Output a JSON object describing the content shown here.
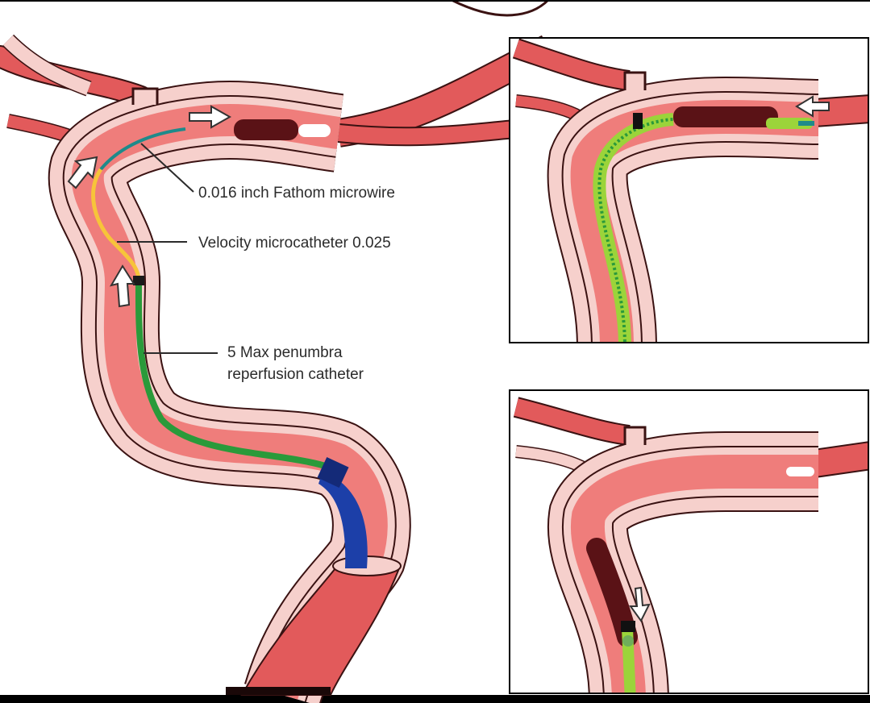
{
  "labels": {
    "microwire": "0.016 inch Fathom microwire",
    "microcatheter": "Velocity microcatheter 0.025",
    "reperfusion_line1": "5 Max penumbra",
    "reperfusion_line2": "reperfusion catheter"
  },
  "colors": {
    "background": "#ffffff",
    "frame": "#000000",
    "vessel_outer": "#f6d0cc",
    "vessel_wall": "#e25a5b",
    "vessel_lumen": "#ef7d7b",
    "outline": "#3a1212",
    "thrombus": "#5a1216",
    "microwire": "#1f8a8a",
    "microcatheter": "#f7c43a",
    "reperfusion_catheter": "#2a9a3a",
    "reperfusion_catheter_light": "#9bd43a",
    "catheter_tip": "#1c3fa8",
    "arrow_fill": "#ffffff"
  },
  "icons": [
    "direction-arrow-icon"
  ]
}
